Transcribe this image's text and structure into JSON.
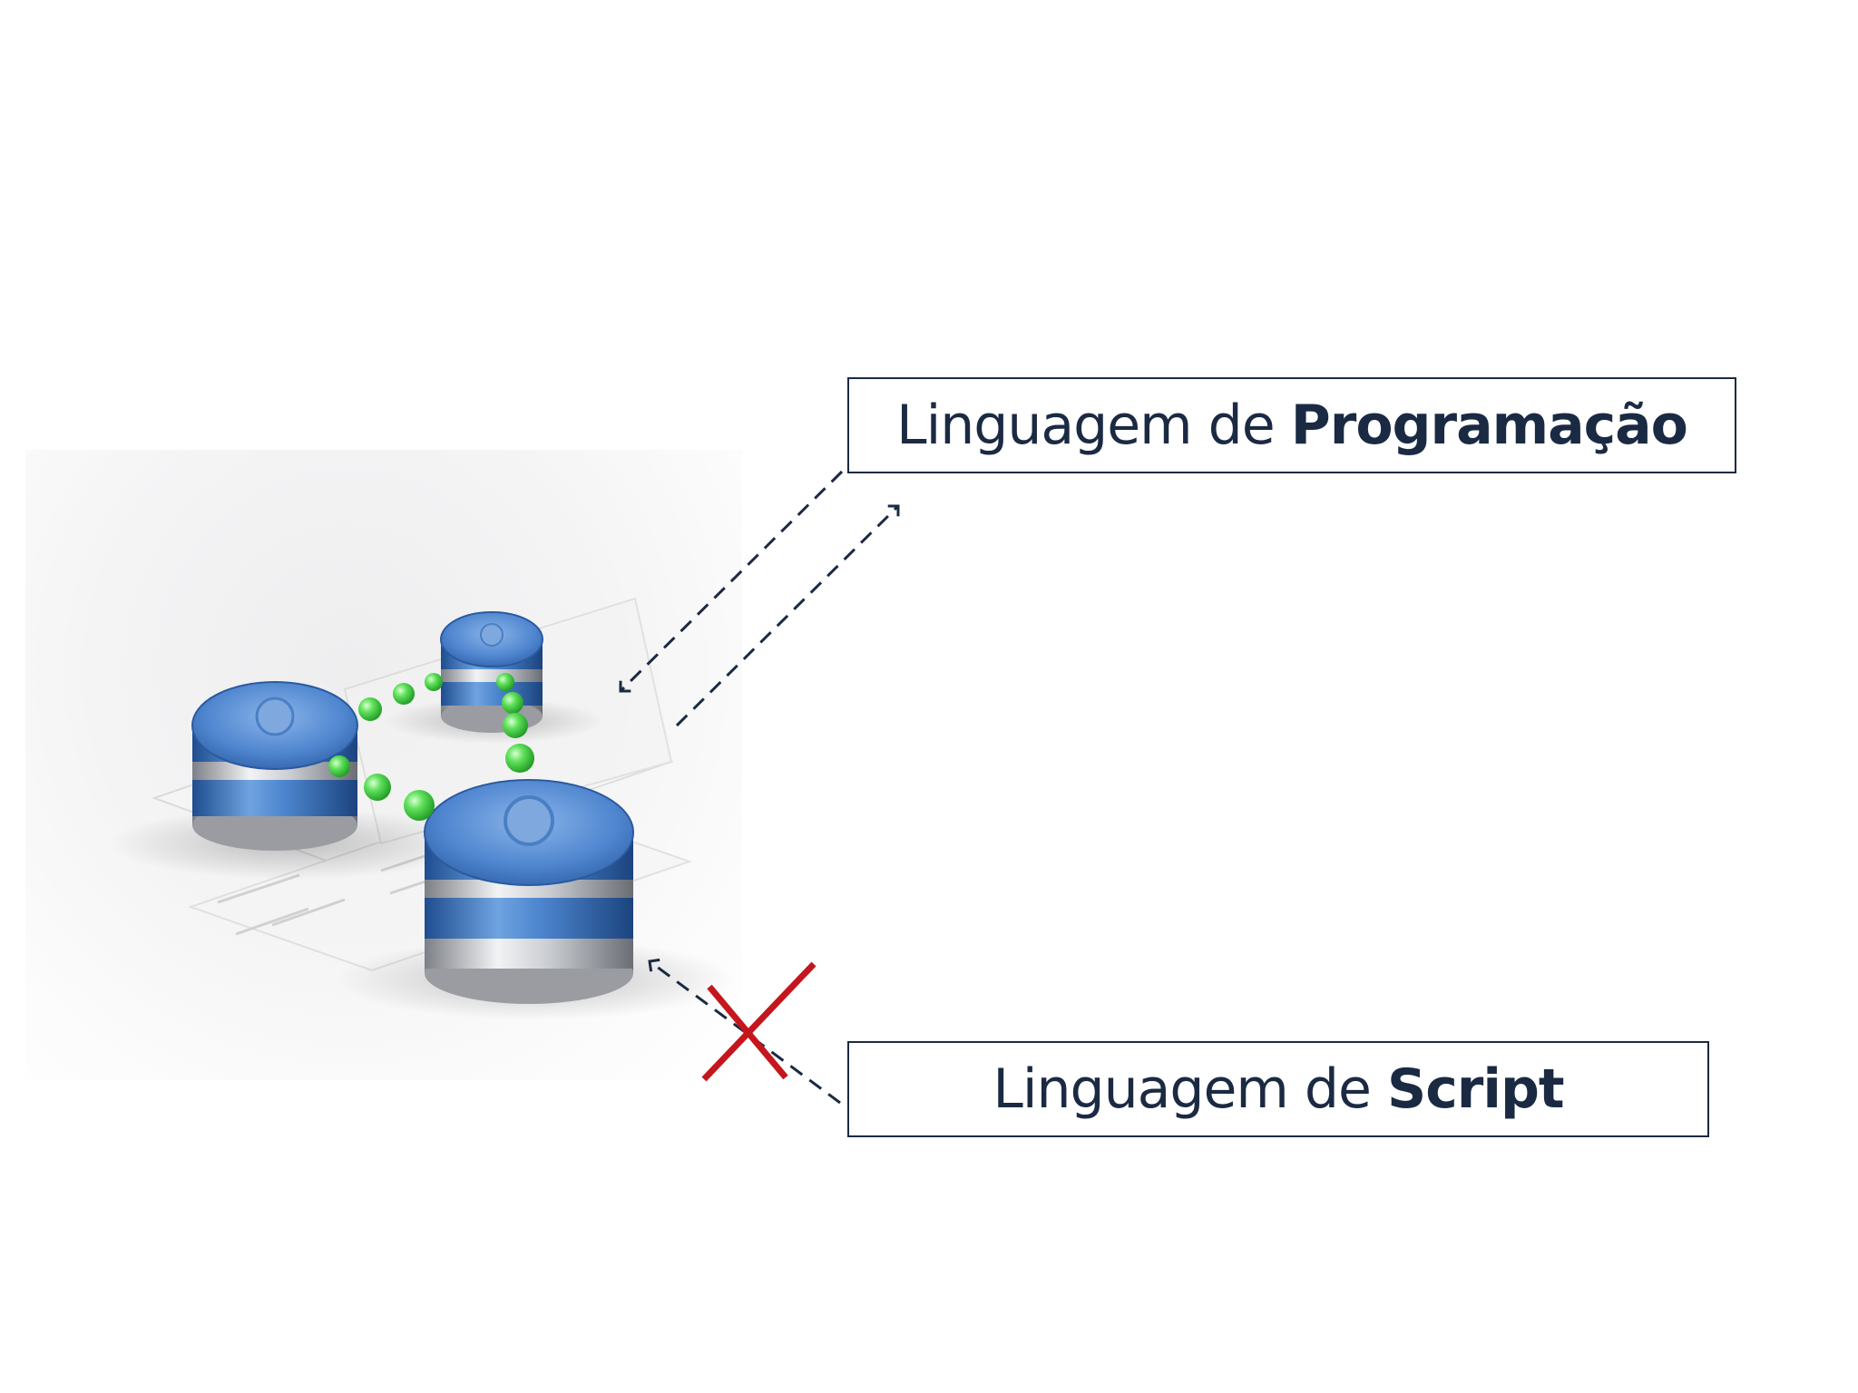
{
  "labels": {
    "programming": {
      "prefix": "Linguagem de ",
      "emphasis": "Programação"
    },
    "script": {
      "prefix": "Linguagem de ",
      "emphasis": "Script"
    }
  },
  "icons": {
    "database_cluster": "database-cluster-icon",
    "blocked": "red-x-icon"
  },
  "colors": {
    "text": "#1b2a43",
    "arrow": "#1b2a43",
    "cross": "#c4161c",
    "db_blue": "#3f78c4",
    "link_green": "#36c23a"
  }
}
